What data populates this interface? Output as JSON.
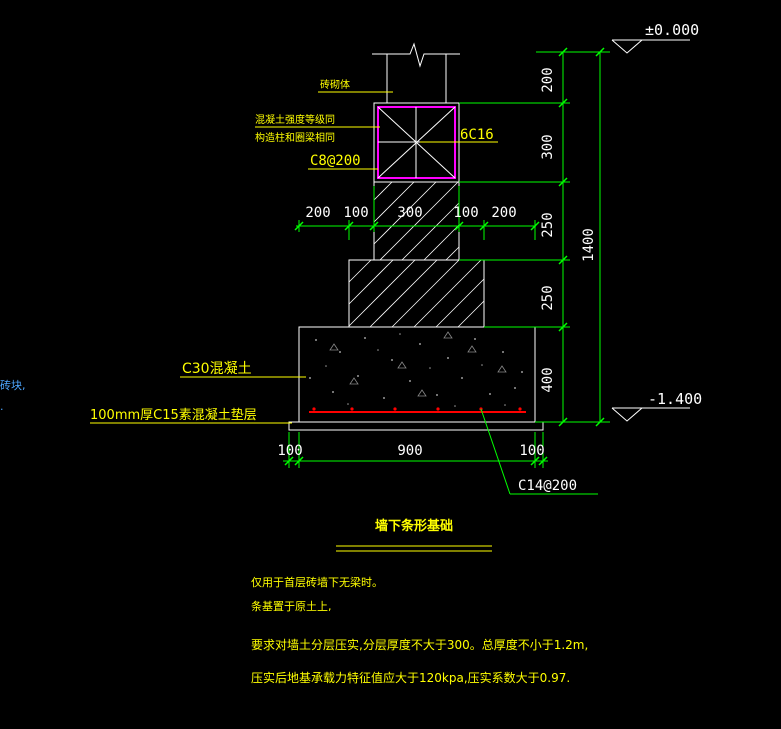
{
  "drawing": {
    "title": "墙下条形基础",
    "levels": {
      "top": "±0.000",
      "bottom": "-1.400"
    },
    "vertical_dims": [
      "200",
      "300",
      "250",
      "250",
      "400"
    ],
    "total_height": "1400",
    "top_dims": [
      "200",
      "100",
      "300",
      "100",
      "200"
    ],
    "bottom_dims": [
      "100",
      "900",
      "100"
    ],
    "labels": {
      "wall": "砖砌体",
      "beam_note_1": "混凝土强度等级同",
      "beam_note_2": "构造柱和圈梁相同",
      "main_bars": "6C16",
      "stirrups": "C8@200",
      "concrete": "C30混凝土",
      "cushion": "100mm厚C15素混凝土垫层",
      "bottom_bars": "C14@200"
    },
    "left_fragments": [
      "砖块,",
      "."
    ],
    "notes": [
      "仅用于首层砖墙下无梁时。",
      "条基置于原土上,",
      "要求对墙土分层压实,分层厚度不大于300。总厚度不小于1.2m,",
      "压实后地基承载力特征值应大于120kpa,压实系数大于0.97."
    ],
    "colors": {
      "background": "#000000",
      "outline": "#ffffff",
      "dimension": "#00ff00",
      "text": "#ffff00",
      "beam": "#ff00ff",
      "rebar": "#ff0000",
      "left_text": "#4da6ff"
    }
  }
}
